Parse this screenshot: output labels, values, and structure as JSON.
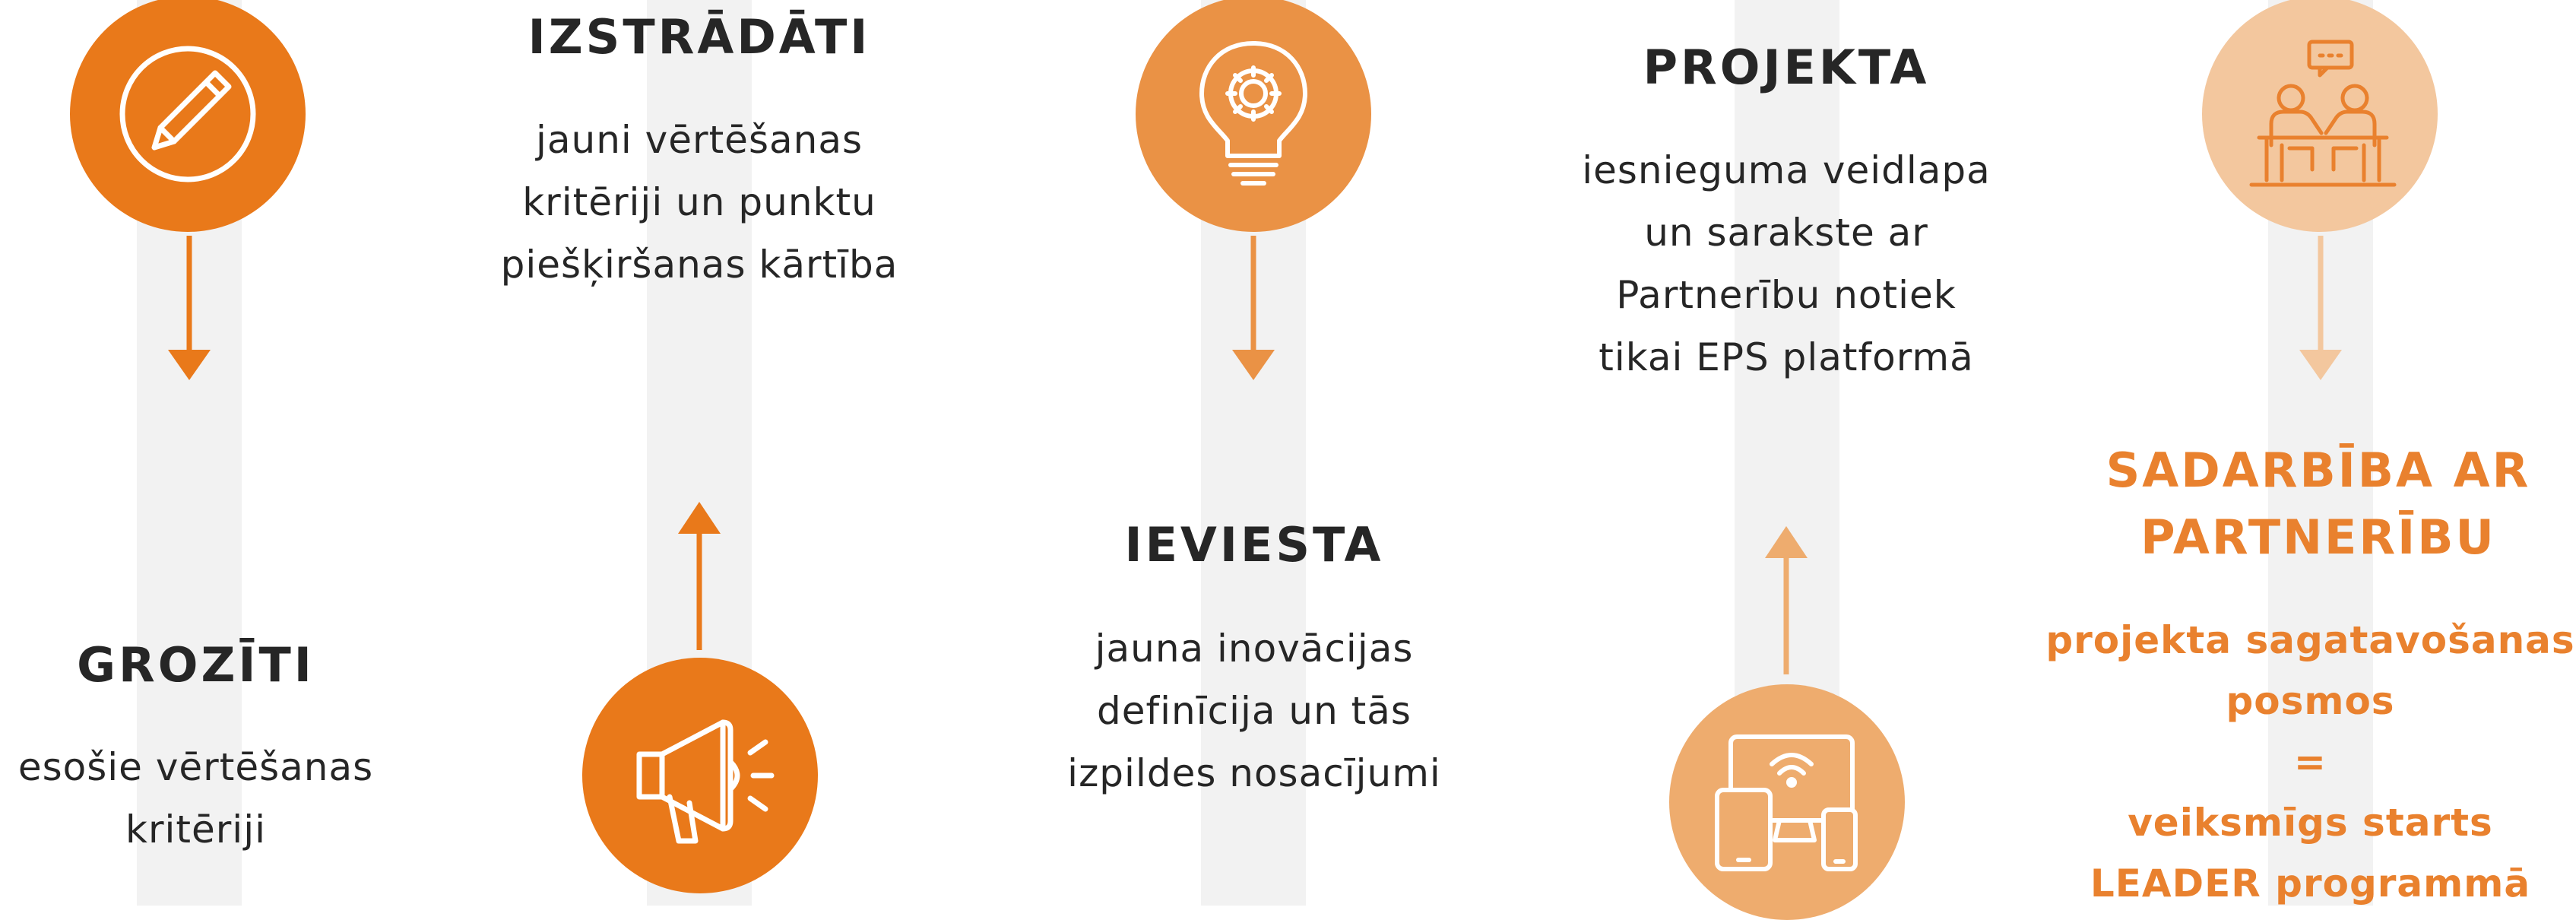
{
  "colors": {
    "orange_dark": "#e9791a",
    "orange_mid": "#ea9245",
    "orange_light": "#eeac6e",
    "orange_pale": "#f3c79e",
    "text_dark": "#262626",
    "text_orange": "#e9812e",
    "bar_gray": "#f2f2f2"
  },
  "step1": {
    "icon": "pencil-icon",
    "title": "GROZĪTI",
    "lines": [
      "esošie vērtēšanas",
      "kritēriji"
    ]
  },
  "step2": {
    "icon": "megaphone-icon",
    "title": "IZSTRĀDĀTI",
    "lines": [
      "jauni vērtēšanas",
      "kritēriji un punktu",
      "piešķiršanas kārtība"
    ]
  },
  "step3": {
    "icon": "lightbulb-gear-icon",
    "title": "IEVIESTA",
    "lines": [
      "jauna inovācijas",
      "definīcija un tās",
      "izpildes nosacījumi"
    ]
  },
  "step4": {
    "icon": "devices-wifi-icon",
    "title": "PROJEKTA",
    "lines": [
      "iesnieguma veidlapa",
      "un sarakste ar",
      "Partnerību notiek",
      "tikai EPS platformā"
    ]
  },
  "step5": {
    "icon": "meeting-icon",
    "title_lines": [
      "SADARBĪBA AR",
      "PARTNERĪBU"
    ],
    "lines": [
      "projekta sagatavošanas",
      "posmos",
      "=",
      "veiksmīgs starts",
      "LEADER programmā"
    ]
  }
}
